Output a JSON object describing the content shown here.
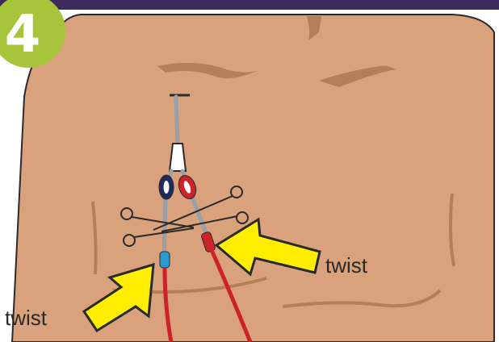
{
  "step": {
    "number": "4",
    "badge_color": "#a6c53b",
    "top_bar_color": "#3d2b5e"
  },
  "colors": {
    "skin": "#d9a27c",
    "skin_shadow": "#b67e58",
    "outline": "#2a2a2a",
    "arrow": "#ffee00",
    "red_lumen": "#cc2229",
    "blue_lumen": "#2a9ad4",
    "navy_clamp": "#1f2b5a",
    "catheter_grey": "#9aa0a8"
  },
  "labels": {
    "right_arrow": "twist",
    "left_arrow": "twist"
  },
  "icons": [
    "chest-illustration",
    "catheter",
    "scissor-clamp-icon",
    "arrow-icon"
  ]
}
